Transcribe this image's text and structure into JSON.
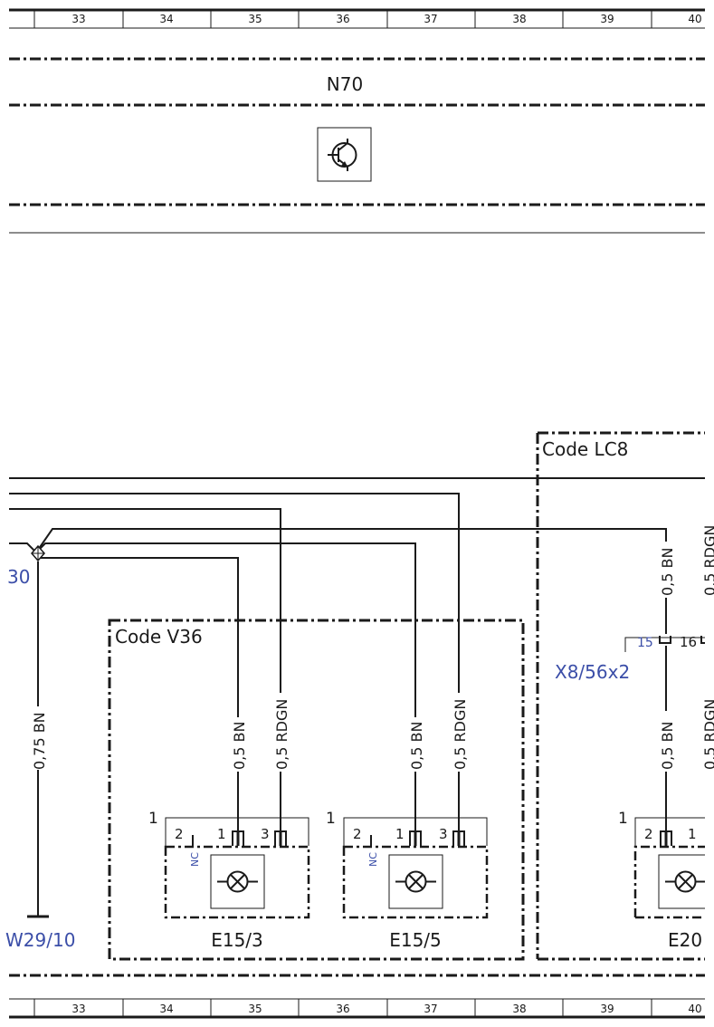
{
  "ruler": {
    "top": [
      "33",
      "34",
      "35",
      "36",
      "37",
      "38",
      "39",
      "40"
    ],
    "bottom": [
      "33",
      "34",
      "35",
      "36",
      "37",
      "38",
      "39",
      "40"
    ]
  },
  "top_module": {
    "label": "N70"
  },
  "groups": {
    "v36": {
      "label": "Code V36"
    },
    "lc8": {
      "label": "Code LC8"
    }
  },
  "left": {
    "splice_label": "30",
    "ground_wire": "0,75 BN",
    "ground_label": "W29/10"
  },
  "lamps": [
    {
      "name": "E15/3",
      "pin_left": "1",
      "pins": [
        "2",
        "1",
        "3"
      ],
      "nc": "NC",
      "wire_bn": "0,5 BN",
      "wire_rdgn": "0,5 RDGN"
    },
    {
      "name": "E15/5",
      "pin_left": "1",
      "pins": [
        "2",
        "1",
        "3"
      ],
      "nc": "NC",
      "wire_bn": "0,5 BN",
      "wire_rdgn": "0,5 RDGN"
    },
    {
      "name": "E20",
      "pin_left": "1",
      "pins": [
        "2",
        "1"
      ],
      "wire_bn_upper": "0,5 BN",
      "wire_bn_lower": "0,5 BN",
      "wire_rdgn_upper": "0,5 RDGN",
      "wire_rdgn_lower": "0,5 RDGN"
    }
  ],
  "connector": {
    "label": "X8/56x2",
    "pin_a": "15",
    "pin_b": "16"
  }
}
